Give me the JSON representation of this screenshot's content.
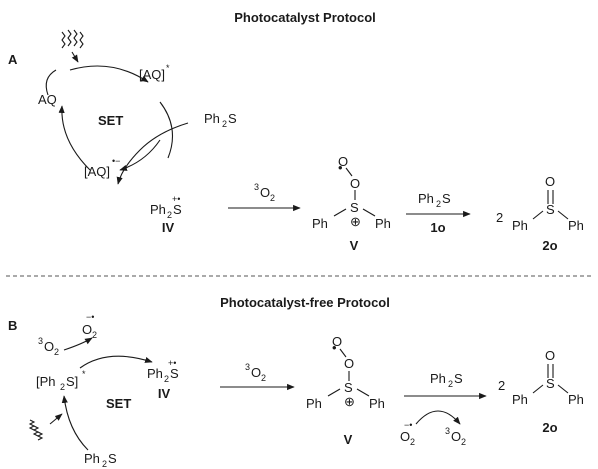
{
  "panel_a": {
    "header": "Photocatalyst Protocol",
    "letter": "A",
    "aq": "AQ",
    "aq_excited": "[AQ]",
    "star": "*",
    "set": "SET",
    "aq_radical_anion": "[AQ]",
    "radical_anion_charge": "•−",
    "ph2s_substrate": "Ph",
    "sub2": "2",
    "s": "S",
    "radical_cation_charge": "+•",
    "label_iv": "IV",
    "o2_pre": "3",
    "o2": "O",
    "o2_sub": "2",
    "dot": "•",
    "o_atom": "O",
    "ph": "Ph",
    "plus": "⊕",
    "label_v": "V",
    "reagent_label": "1o",
    "product_coeff": "2",
    "label_2o": "2o"
  },
  "panel_b": {
    "header": "Photocatalyst-free Protocol",
    "letter": "B",
    "superoxide_charge": "−•",
    "o2_pre": "3",
    "o2": "O",
    "o2_sub": "2",
    "ph2s_complex": "[Ph",
    "sub2": "2",
    "s_bracket": "S]",
    "star": "*",
    "set": "SET",
    "ph": "Ph",
    "s": "S",
    "radical_cation_charge": "+•",
    "label_iv": "IV",
    "ph2s_bottom": "Ph",
    "dot": "•",
    "o_atom": "O",
    "plus": "⊕",
    "label_v": "V",
    "product_coeff": "2",
    "label_2o": "2o"
  },
  "colors": {
    "ink": "#1a1a1a",
    "divider": "#555555"
  }
}
